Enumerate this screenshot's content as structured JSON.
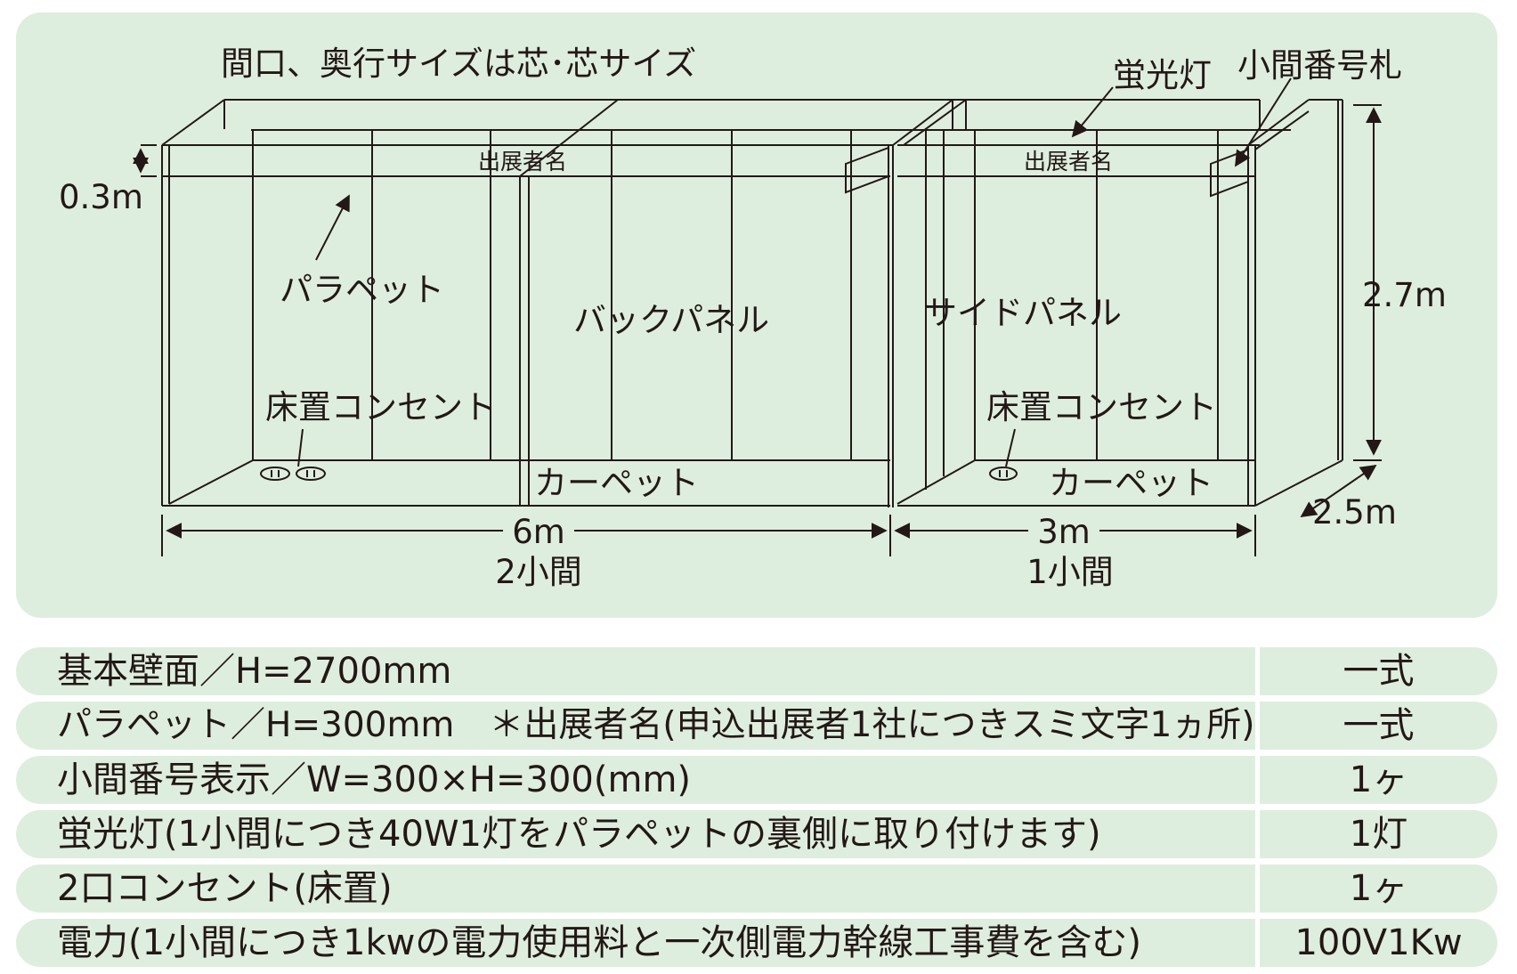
{
  "diagram": {
    "note": "間口、奥行サイズは芯･芯サイズ",
    "labels": {
      "fluorescent_light": "蛍光灯",
      "booth_number_plate": "小間番号札",
      "exhibitor_name_left": "出展者名",
      "exhibitor_name_right": "出展者名",
      "parapet": "パラペット",
      "back_panel": "バックパネル",
      "side_panel": "サイドパネル",
      "floor_outlet_left": "床置コンセント",
      "floor_outlet_right": "床置コンセント",
      "carpet_left": "カーペット",
      "carpet_right": "カーペット"
    },
    "dimensions": {
      "parapet_height": "0.3m",
      "wall_height": "2.7m",
      "depth": "2.5m",
      "width_two_booths": "6m",
      "count_two_booths": "2小間",
      "width_one_booth": "3m",
      "count_one_booth": "1小間"
    },
    "colors": {
      "panel_background": "#deeede",
      "line": "#231815"
    }
  },
  "specs": [
    {
      "item": "基本壁面／H=2700mm",
      "qty": "一式"
    },
    {
      "item": "パラペット／H=300mm　＊出展者名(申込出展者1社につきスミ文字1ヵ所)",
      "qty": "一式"
    },
    {
      "item": "小間番号表示／W=300×H=300(mm)",
      "qty": "1ヶ"
    },
    {
      "item": "蛍光灯(1小間につき40W1灯をパラペットの裏側に取り付けます)",
      "qty": "1灯"
    },
    {
      "item": "2口コンセント(床置)",
      "qty": "1ヶ"
    },
    {
      "item": "電力(1小間につき1kwの電力使用料と一次側電力幹線工事費を含む)",
      "qty": "100V1Kw"
    }
  ]
}
